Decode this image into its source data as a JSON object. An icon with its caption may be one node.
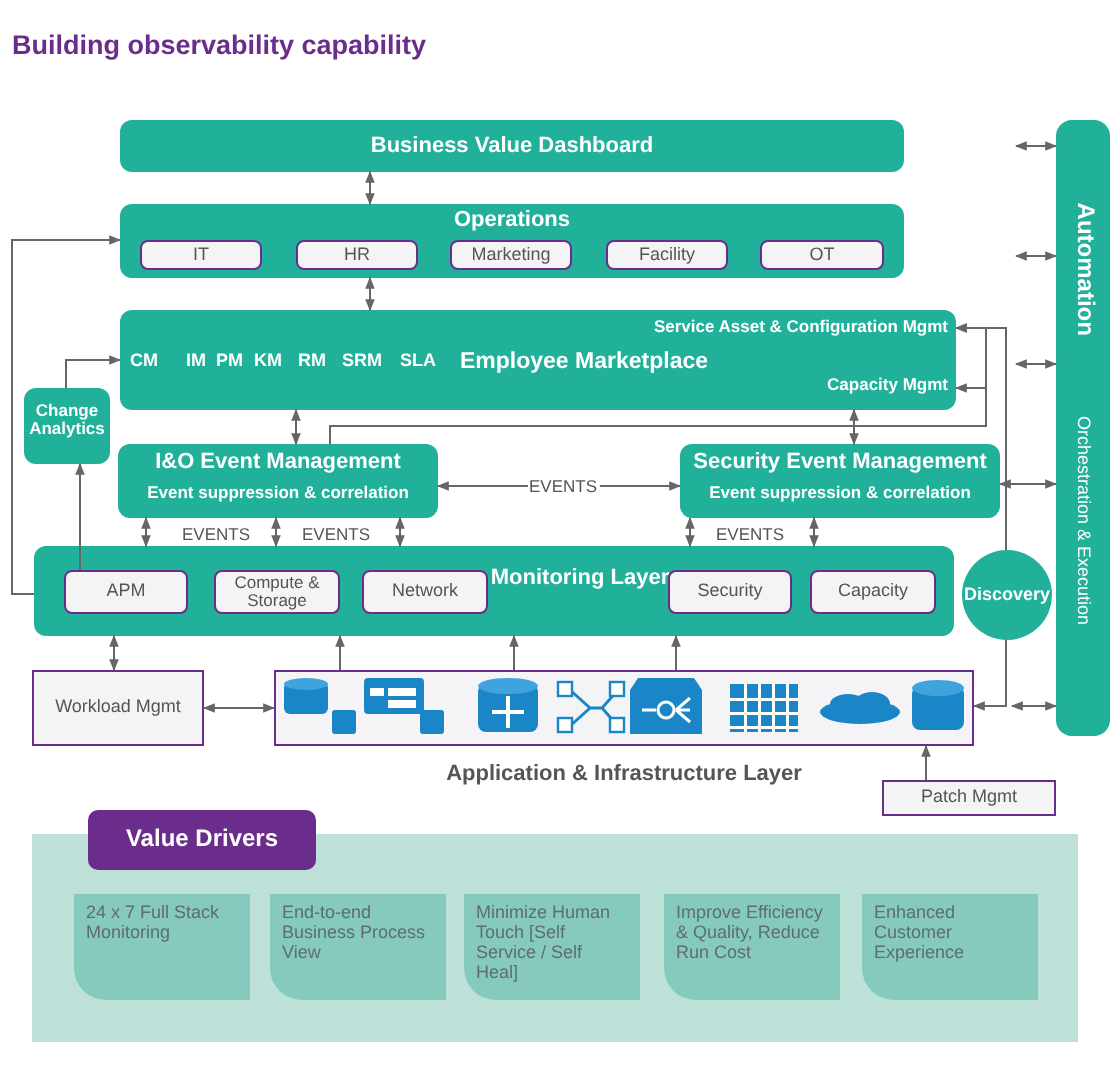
{
  "diagram": {
    "title": "Building observability capability",
    "nodes": [
      {
        "text": [
          "Business Value Dashboard"
        ]
      },
      {
        "text": [
          "Operations"
        ]
      },
      {
        "text": [
          "IT"
        ],
        "in": 1
      },
      {
        "text": [
          "HR"
        ],
        "in": 1
      },
      {
        "text": [
          "Marketing"
        ],
        "in": 1
      },
      {
        "text": [
          "Facility"
        ],
        "in": 1
      },
      {
        "text": [
          "OT"
        ],
        "in": 1
      },
      {
        "text": [
          "CM",
          "IM",
          "PM",
          "KM",
          "RM",
          "SRM",
          "SLA",
          "Employee Marketplace",
          "Service Asset & Configuration Mgmt",
          "Capacity Mgmt"
        ]
      },
      {
        "text": [
          "Change Analytics"
        ]
      },
      {
        "text": [
          "I&O Event Management",
          "Event suppression & correlation"
        ]
      },
      {
        "text": [
          "Security Event Management",
          "Event suppression & correlation"
        ]
      },
      {
        "text": [
          "Monitoring Layer"
        ]
      },
      {
        "text": [
          "APM"
        ],
        "in": 11
      },
      {
        "text": [
          "Compute & Storage"
        ],
        "in": 11
      },
      {
        "text": [
          "Network"
        ],
        "in": 11
      },
      {
        "text": [
          "Security"
        ],
        "in": 11
      },
      {
        "text": [
          "Capacity"
        ],
        "in": 11
      },
      {
        "text": [
          "Discovery"
        ]
      },
      {
        "text": [
          "Automation",
          "Orchestration & Execution"
        ]
      },
      {
        "text": [
          "Workload Mgmt"
        ]
      },
      {
        "text": [
          "Application & Infrastructure Layer"
        ]
      },
      {
        "text": [
          "Patch Mgmt"
        ]
      },
      {
        "text": [
          "Value Drivers"
        ]
      },
      {
        "text": [
          "24 x 7 Full Stack Monitoring"
        ],
        "in": 22
      },
      {
        "text": [
          "End-to-end Business Process View"
        ],
        "in": 22
      },
      {
        "text": [
          "Minimize Human Touch [Self Service / Self Heal]"
        ],
        "in": 22
      },
      {
        "text": [
          "Improve Efficiency & Quality, Reduce Run Cost"
        ],
        "in": 22
      },
      {
        "text": [
          "Enhanced Customer Experience"
        ],
        "in": 22
      }
    ],
    "edges": [
      {
        "from": 0,
        "to": 1,
        "arrow": "both"
      },
      {
        "from": 1,
        "to": 7,
        "arrow": "both"
      },
      {
        "from": 7,
        "to": 9,
        "arrow": "both"
      },
      {
        "from": 7,
        "to": 10,
        "arrow": "both"
      },
      {
        "from": 9,
        "to": 10,
        "arrow": "both",
        "label": "EVENTS"
      },
      {
        "from": 11,
        "to": 9,
        "arrow": "both"
      },
      {
        "from": 11,
        "to": 9,
        "arrow": "both"
      },
      {
        "from": 11,
        "to": 9,
        "arrow": "both"
      },
      {
        "from": 11,
        "to": 10,
        "arrow": "both"
      },
      {
        "from": 11,
        "to": 10,
        "arrow": "both"
      },
      {
        "from": 9,
        "to": 7,
        "arrow": "to"
      },
      {
        "from": 9,
        "to": 7,
        "arrow": "to"
      },
      {
        "from": 17,
        "to": 7,
        "arrow": "to"
      },
      {
        "from": 17,
        "to": 20,
        "arrow": "to"
      },
      {
        "from": 11,
        "to": 1,
        "arrow": "to"
      },
      {
        "from": 12,
        "to": 8,
        "arrow": "to"
      },
      {
        "from": 8,
        "to": 7,
        "arrow": "to"
      },
      {
        "from": 11,
        "to": 19,
        "arrow": "both"
      },
      {
        "from": 19,
        "to": 20,
        "arrow": "both"
      },
      {
        "from": 20,
        "to": 11,
        "arrow": "to"
      },
      {
        "from": 20,
        "to": 11,
        "arrow": "to"
      },
      {
        "from": 20,
        "to": 11,
        "arrow": "to"
      },
      {
        "from": 21,
        "to": 20,
        "arrow": "to"
      },
      {
        "from": null,
        "to": 18,
        "arrow": "both"
      },
      {
        "from": null,
        "to": 18,
        "arrow": "both"
      },
      {
        "from": null,
        "to": 18,
        "arrow": "both"
      },
      {
        "from": 10,
        "to": 18,
        "arrow": "both"
      },
      {
        "from": null,
        "to": 18,
        "arrow": "both"
      }
    ],
    "labels": [
      "EVENTS",
      "EVENTS",
      "EVENTS"
    ]
  }
}
